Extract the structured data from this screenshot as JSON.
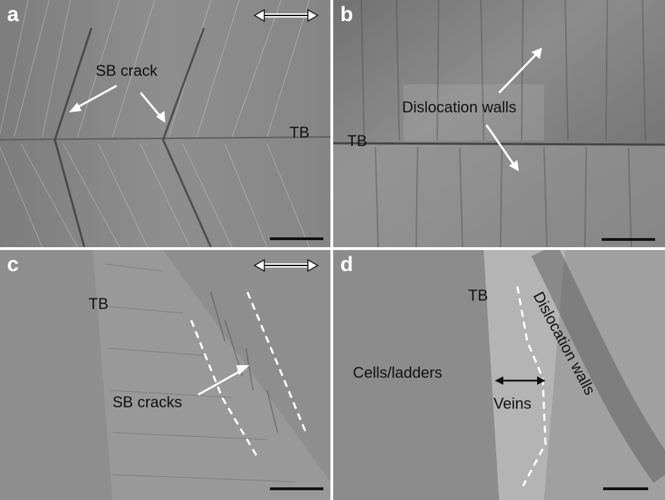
{
  "panels": [
    {
      "label": "a",
      "annotations": {
        "sb_crack": "SB crack",
        "tb": "TB"
      }
    },
    {
      "label": "b",
      "annotations": {
        "tb": "TB",
        "dislocation_walls": "Dislocation walls"
      }
    },
    {
      "label": "c",
      "annotations": {
        "tb": "TB",
        "sb_cracks": "SB cracks"
      }
    },
    {
      "label": "d",
      "annotations": {
        "tb": "TB",
        "cells_ladders": "Cells/ladders",
        "veins": "Veins",
        "dislocation_walls": "Dislocation walls"
      }
    }
  ],
  "colors": {
    "background_gray": "#8a8a8a",
    "label_white": "#ffffff",
    "text_dark": "#111111"
  }
}
